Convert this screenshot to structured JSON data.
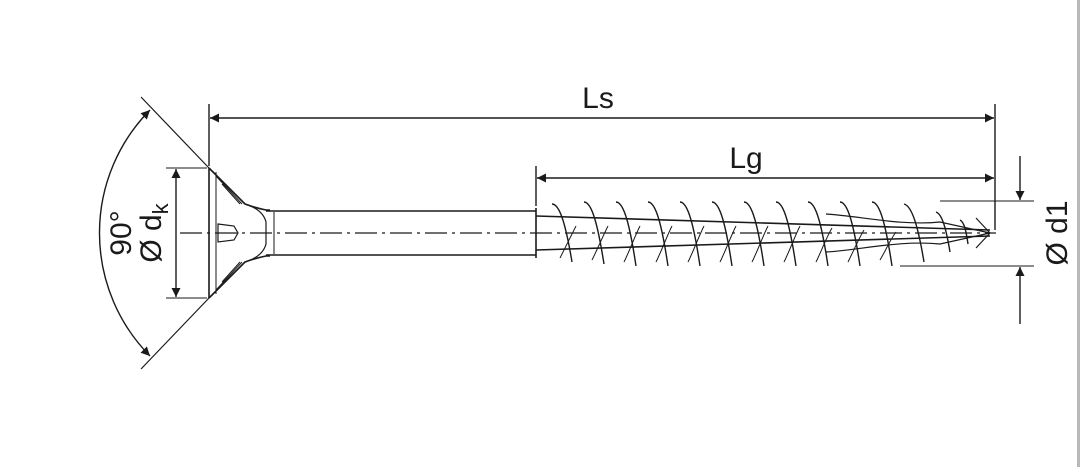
{
  "drawing": {
    "title": "",
    "dimensions": {
      "overall_length": "Ls",
      "thread_length": "Lg",
      "head_angle": "90°",
      "head_diameter_symbol": "Ø d",
      "head_diameter_subscript": "k",
      "thread_diameter": "Ø d1"
    },
    "colors": {
      "line": "#1a1a1a",
      "background": "#ffffff"
    }
  }
}
